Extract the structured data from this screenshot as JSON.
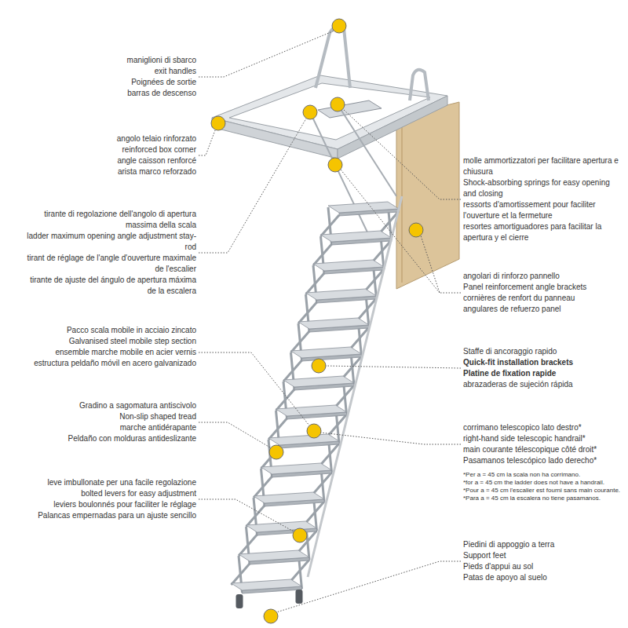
{
  "diagram": {
    "labels": [
      "maniglioni di sbarco",
      "exit handles",
      "Poignées de sortie",
      "barras de descenso",
      "angolo telaio rinforzato",
      "reinforced box corner",
      "angle caisson renforcé",
      "arista marco reforzado",
      "tirante di regolazione dell'angolo di apertura massima della scala",
      "ladder maximum opening angle adjustment stay-rod",
      "tirant de réglage de l'angle d'ouverture maximale de l'escalier",
      "tirante de ajuste del ángulo de apertura máxima de la escalera",
      "molle ammortizzatori per facilitare apertura e chiusura",
      "Shock-absorbing springs for easy opening and closing",
      "ressorts d'amortissement pour faciliter l'ouverture et la fermeture",
      "resortes amortiguadores para facilitar la apertura y el cierre",
      "angolari di rinforzo pannello",
      "Panel reinforcement angle brackets",
      "cornières de renfort du panneau",
      "angulares de refuerzo panel",
      "Pacco scala mobile in acciaio zincato",
      "Galvanised steel mobile step section",
      "ensemble marche mobile en acier vernis",
      "estructura peldaño móvil en acero galvanizado",
      "Staffe di ancoraggio rapido",
      "Quick-fit installation brackets",
      "Platine de fixation rapide",
      "abrazaderas de sujeción rápida",
      "Gradino a sagomatura antiscivolo",
      "Non-slip shaped tread",
      "marche antidérapante",
      "Peldaño con molduras antideslizante",
      "corrimano telescopico lato destro*",
      "right-hand side telescopic handrail*",
      "main courante télescopique côté droit*",
      "Pasamanos telescópico lado derecho*",
      "*Per a = 45 cm la scala non ha corrimano.",
      "*for a = 45 cm the ladder does not have a handrail.",
      "*Pour a = 45 cm l'escalier est fourni sans main courante.",
      "*Para a = 45 cm la escalera no tiene pasamanos.",
      "leve imbullonate per una facile regolazione",
      "bolted levers for easy adjustment",
      "leviers boulonnés pour faciliter le réglage",
      "Palancas empernadas para un ajuste sencillo",
      "Piedini di appoggio a terra",
      "Support feet",
      "Pieds d'appui au sol",
      "Patas de apoyo al suelo"
    ]
  }
}
